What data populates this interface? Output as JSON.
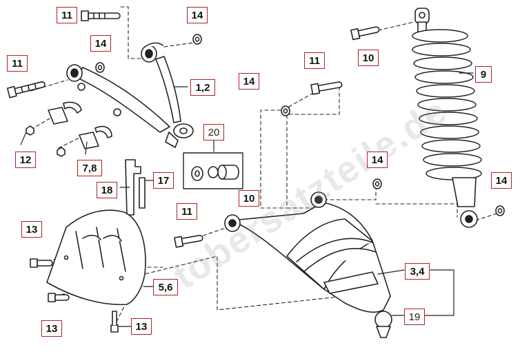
{
  "diagram": {
    "labels": {
      "l11_top": "11",
      "l14_top": "14",
      "l14_uarm": "14",
      "l11_left": "11",
      "l12": "12",
      "l78": "7,8",
      "l1_2": "1,2",
      "l11_mid": "11",
      "l10_top": "10",
      "l9": "9",
      "l14_mid": "14",
      "l20": "20",
      "l18": "18",
      "l17": "17",
      "l14_r": "14",
      "l14_far": "14",
      "l11_low": "11",
      "l10_low": "10",
      "l13_a": "13",
      "l56": "5,6",
      "l13_b": "13",
      "l13_c": "13",
      "l34": "3,4",
      "l19": "19"
    },
    "watermark": "tobersatzteile.de"
  }
}
